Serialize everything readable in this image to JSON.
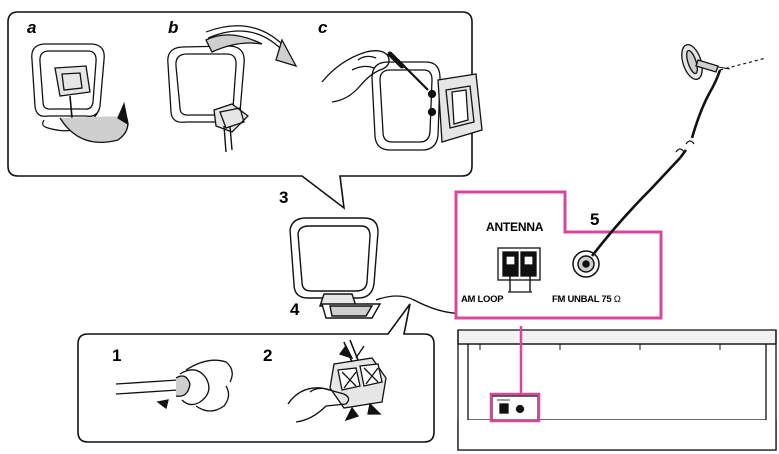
{
  "steps_top": {
    "a": "a",
    "b": "b",
    "c": "c"
  },
  "steps_bottom": {
    "one": "1",
    "two": "2"
  },
  "callouts": {
    "three": "3",
    "four": "4",
    "five": "5"
  },
  "panel": {
    "antenna": "ANTENNA",
    "am_loop": "AM LOOP",
    "fm_unbal_prefix": "FM UNBAL 75",
    "ohm": "Ω"
  },
  "colors": {
    "highlight": "#d9479a",
    "line": "#1a1a1a",
    "shade": "#cfcfcf"
  }
}
